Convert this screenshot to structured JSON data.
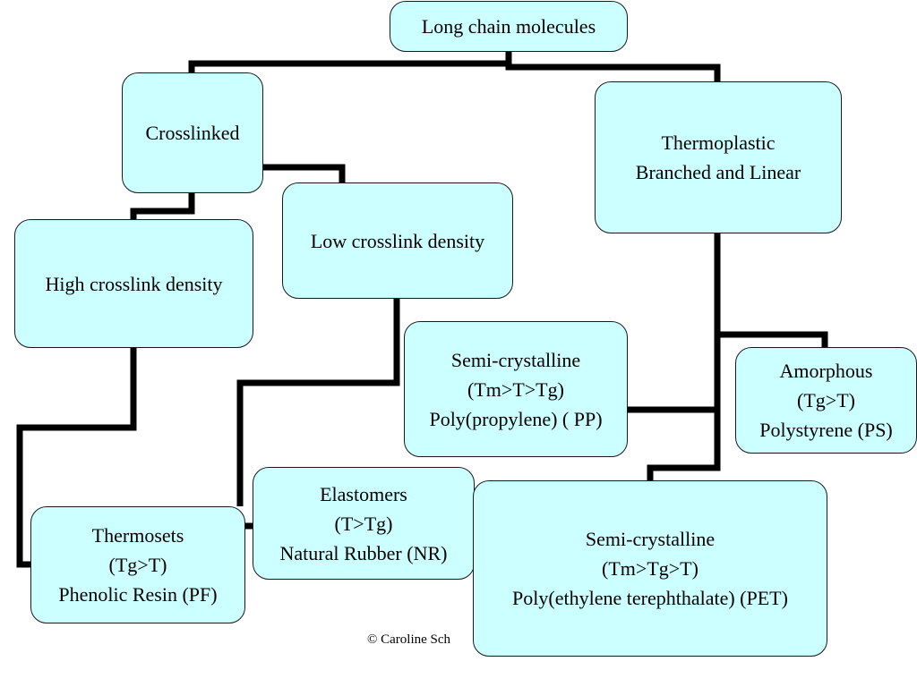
{
  "diagram": {
    "root": {
      "lines": [
        "Long chain molecules"
      ]
    },
    "crosslinked": {
      "lines": [
        "Crosslinked"
      ]
    },
    "thermoplastic": {
      "lines": [
        "Thermoplastic",
        "Branched and Linear"
      ]
    },
    "high_density": {
      "lines": [
        "High crosslink density"
      ]
    },
    "low_density": {
      "lines": [
        "Low crosslink density"
      ]
    },
    "semicrystalline_pp": {
      "lines": [
        "Semi-crystalline",
        "(Tm>T>Tg)",
        "Poly(propylene) ( PP)"
      ]
    },
    "amorphous": {
      "lines": [
        "Amorphous",
        "(Tg>T)",
        "Polystyrene (PS)"
      ]
    },
    "elastomers": {
      "lines": [
        "Elastomers",
        "(T>Tg)",
        "Natural Rubber (NR)"
      ]
    },
    "thermosets": {
      "lines": [
        "Thermosets",
        "(Tg>T)",
        "Phenolic Resin (PF)"
      ]
    },
    "semicrystalline_pet": {
      "lines": [
        "Semi-crystalline",
        "(Tm>Tg>T)",
        "Poly(ethylene terephthalate) (PET)"
      ]
    }
  },
  "footer": {
    "credit": "© Caroline Sch"
  },
  "colors": {
    "node_fill": "#ccffff",
    "connector": "#000000",
    "border": "#1a1a1a"
  }
}
